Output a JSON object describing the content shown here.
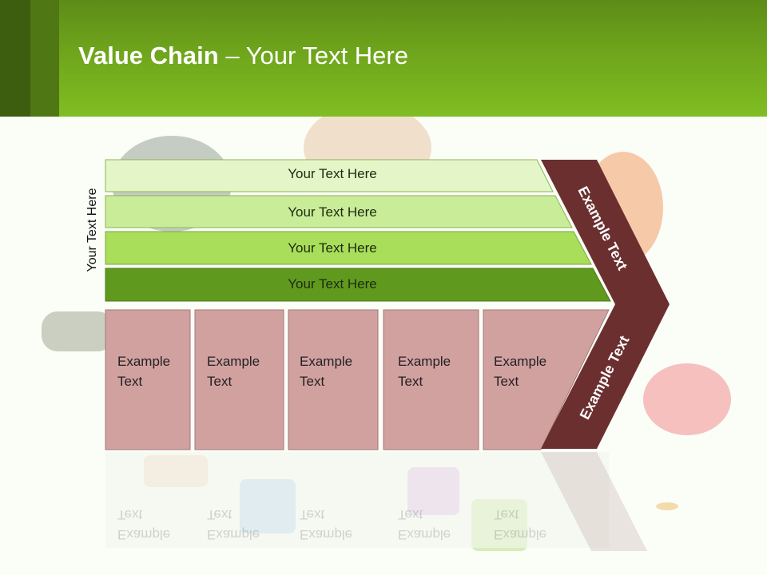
{
  "header": {
    "title_bold": "Value Chain",
    "title_rest": " – Your Text Here"
  },
  "diagram": {
    "side_label": "Your Text Here",
    "rows": [
      {
        "label": "Your Text Here",
        "color": "#e4f5c8"
      },
      {
        "label": "Your Text Here",
        "color": "#c8ec98"
      },
      {
        "label": "Your Text Here",
        "color": "#a8de5a"
      },
      {
        "label": "Your Text Here",
        "color": "#5f9a1e"
      }
    ],
    "cells": [
      {
        "line1": "Example",
        "line2": "Text"
      },
      {
        "line1": "Example",
        "line2": "Text"
      },
      {
        "line1": "Example",
        "line2": "Text"
      },
      {
        "line1": "Example",
        "line2": "Text"
      },
      {
        "line1": "Example",
        "line2": "Text"
      }
    ],
    "chevron_top": "Example Text",
    "chevron_bottom": "Example Text",
    "colors": {
      "cell": "#d1a1a0",
      "chevron": "#6b2f2f"
    }
  }
}
